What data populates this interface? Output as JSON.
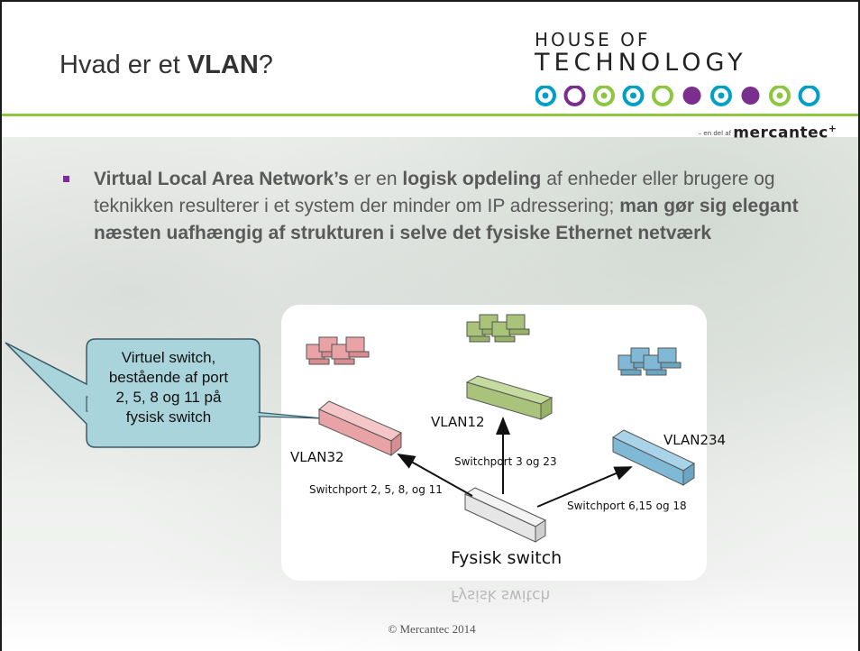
{
  "slide": {
    "title_plain": "Hvad er et ",
    "title_bold": "VLAN",
    "title_suffix": "?"
  },
  "logo": {
    "line1": "HOUSE OF",
    "line2": "TECHNOLOGY",
    "dot_colors": [
      "#00a0c6",
      "#7a2f8f",
      "#8dc63f",
      "#00a0c6",
      "#8dc63f",
      "#7a2f8f",
      "#00a0c6",
      "#7a2f8f",
      "#8dc63f",
      "#00a0c6"
    ]
  },
  "tagline": {
    "prefix": "– en del af ",
    "brand": "mercantec",
    "mark": "+"
  },
  "bullet": {
    "bold1": "Virtual Local Area Network’s",
    "text1": " er en ",
    "bold2": "logisk opdeling",
    "text2": " af enheder eller brugere og teknikken resulterer i et system der minder om IP adressering; ",
    "bold3": "man gør sig elegant næsten uafhængig af strukturen i selve det fysiske Ethernet netværk"
  },
  "callout": {
    "lines": [
      "Virtuel switch,",
      "bestående af port",
      "2, 5, 8 og 11 på",
      "fysisk switch"
    ]
  },
  "diagram": {
    "vlan_labels": [
      "VLAN32",
      "VLAN12",
      "VLAN234"
    ],
    "port_labels": [
      "Switchport 2, 5, 8, og 11",
      "Switchport 3 og 23",
      "Switchport 6,15 og 18"
    ],
    "physical_label": "Fysisk switch",
    "colors": {
      "vlan32": "#e9a3a6",
      "vlan12": "#a9c47a",
      "vlan234": "#7fb9d6",
      "physical": "#e6e6e6",
      "callout_fill": "#a9d4dc",
      "callout_stroke": "#3a5a66"
    }
  },
  "mirror_text": "Fysisk switch",
  "footer": "© Mercantec 2014"
}
